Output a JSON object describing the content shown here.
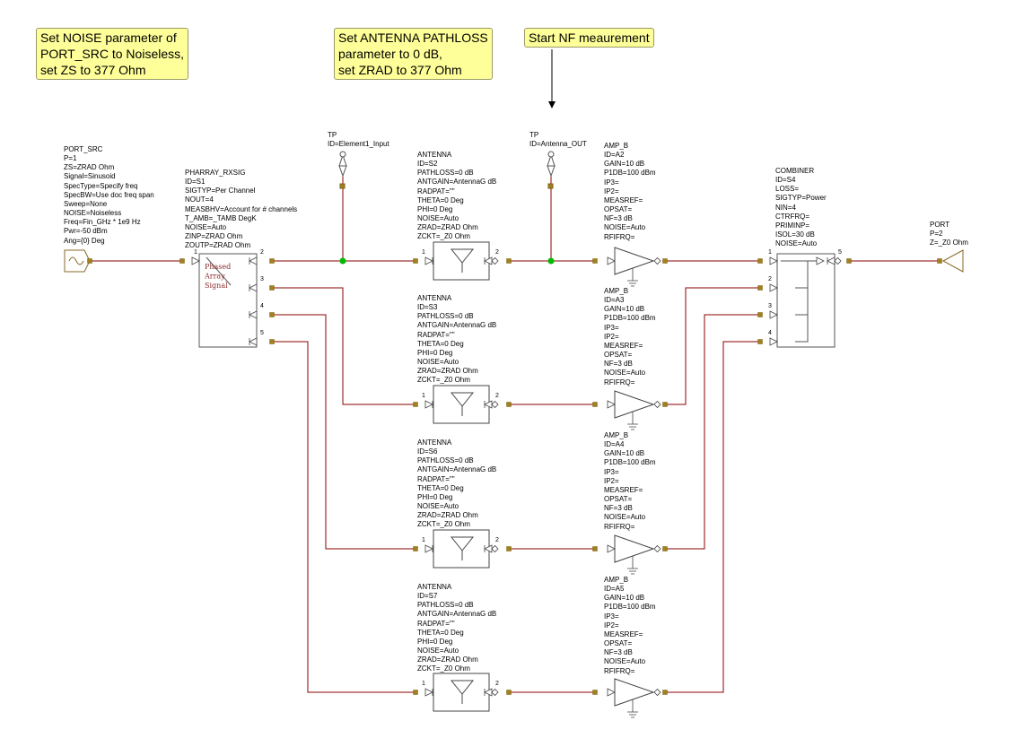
{
  "notes": {
    "noise": "Set NOISE parameter of\nPORT_SRC to Noiseless,\nset ZS to 377 Ohm",
    "antenna": "Set ANTENNA PATHLOSS\nparameter to 0 dB,\nset ZRAD to 377 Ohm",
    "nf": "Start NF meaurement"
  },
  "port_src": [
    "PORT_SRC",
    "P=1",
    "ZS=ZRAD Ohm",
    "Signal=Sinusoid",
    "SpecType=Specify freq",
    "SpecBW=Use doc freq span",
    "Sweep=None",
    "NOISE=Noiseless",
    "Freq=Fin_GHz * 1e9 Hz",
    "Pwr=-50 dBm",
    "Ang={0} Deg"
  ],
  "pharray": [
    "PHARRAY_RXSIG",
    "ID=S1",
    "SIGTYP=Per Channel",
    "NOUT=4",
    "MEASBHV=Account for # channels",
    "T_AMB=_TAMB DegK",
    "NOISE=Auto",
    "ZINP=ZRAD Ohm",
    "ZOUTP=ZRAD Ohm"
  ],
  "pharray_inner": [
    "Phased",
    "Array",
    "Signal"
  ],
  "tp1": [
    "TP",
    "ID=Element1_Input"
  ],
  "tp2": [
    "TP",
    "ID=Antenna_OUT"
  ],
  "antennas": [
    [
      "ANTENNA",
      "ID=S2",
      "PATHLOSS=0 dB",
      "ANTGAIN=AntennaG dB",
      "RADPAT=\"\"",
      "THETA=0 Deg",
      "PHI=0 Deg",
      "NOISE=Auto",
      "ZRAD=ZRAD Ohm",
      "ZCKT=_Z0 Ohm"
    ],
    [
      "ANTENNA",
      "ID=S3",
      "PATHLOSS=0 dB",
      "ANTGAIN=AntennaG dB",
      "RADPAT=\"\"",
      "THETA=0 Deg",
      "PHI=0 Deg",
      "NOISE=Auto",
      "ZRAD=ZRAD Ohm",
      "ZCKT=_Z0 Ohm"
    ],
    [
      "ANTENNA",
      "ID=S6",
      "PATHLOSS=0 dB",
      "ANTGAIN=AntennaG dB",
      "RADPAT=\"\"",
      "THETA=0 Deg",
      "PHI=0 Deg",
      "NOISE=Auto",
      "ZRAD=ZRAD Ohm",
      "ZCKT=_Z0 Ohm"
    ],
    [
      "ANTENNA",
      "ID=S7",
      "PATHLOSS=0 dB",
      "ANTGAIN=AntennaG dB",
      "RADPAT=\"\"",
      "THETA=0 Deg",
      "PHI=0 Deg",
      "NOISE=Auto",
      "ZRAD=ZRAD Ohm",
      "ZCKT=_Z0 Ohm"
    ]
  ],
  "amps": [
    [
      "AMP_B",
      "ID=A2",
      "GAIN=10 dB",
      "P1DB=100 dBm",
      "IP3=",
      "IP2=",
      "MEASREF=",
      "OPSAT=",
      "NF=3 dB",
      "NOISE=Auto",
      "RFIFRQ="
    ],
    [
      "AMP_B",
      "ID=A3",
      "GAIN=10 dB",
      "P1DB=100 dBm",
      "IP3=",
      "IP2=",
      "MEASREF=",
      "OPSAT=",
      "NF=3 dB",
      "NOISE=Auto",
      "RFIFRQ="
    ],
    [
      "AMP_B",
      "ID=A4",
      "GAIN=10 dB",
      "P1DB=100 dBm",
      "IP3=",
      "IP2=",
      "MEASREF=",
      "OPSAT=",
      "NF=3 dB",
      "NOISE=Auto",
      "RFIFRQ="
    ],
    [
      "AMP_B",
      "ID=A5",
      "GAIN=10 dB",
      "P1DB=100 dBm",
      "IP3=",
      "IP2=",
      "MEASREF=",
      "OPSAT=",
      "NF=3 dB",
      "NOISE=Auto",
      "RFIFRQ="
    ]
  ],
  "combiner": [
    "COMBINER",
    "ID=S4",
    "LOSS=",
    "SIGTYP=Power",
    "NIN=4",
    "CTRFRQ=",
    "PRIMINP=",
    "ISOL=30 dB",
    "NOISE=Auto"
  ],
  "port_out": [
    "PORT",
    "P=2",
    "Z=_Z0 Ohm"
  ],
  "pin_labels": {
    "pharray_in": "1",
    "pharray_out": [
      "2",
      "3",
      "4",
      "5"
    ],
    "antenna_in": "1",
    "antenna_out": "2",
    "combiner_in": [
      "1",
      "2",
      "3",
      "4"
    ],
    "combiner_out": "5"
  },
  "colors": {
    "wire": "#8b0000",
    "node": "#00bb00",
    "pin": "#a08020",
    "note_bg": "#ffff99"
  }
}
